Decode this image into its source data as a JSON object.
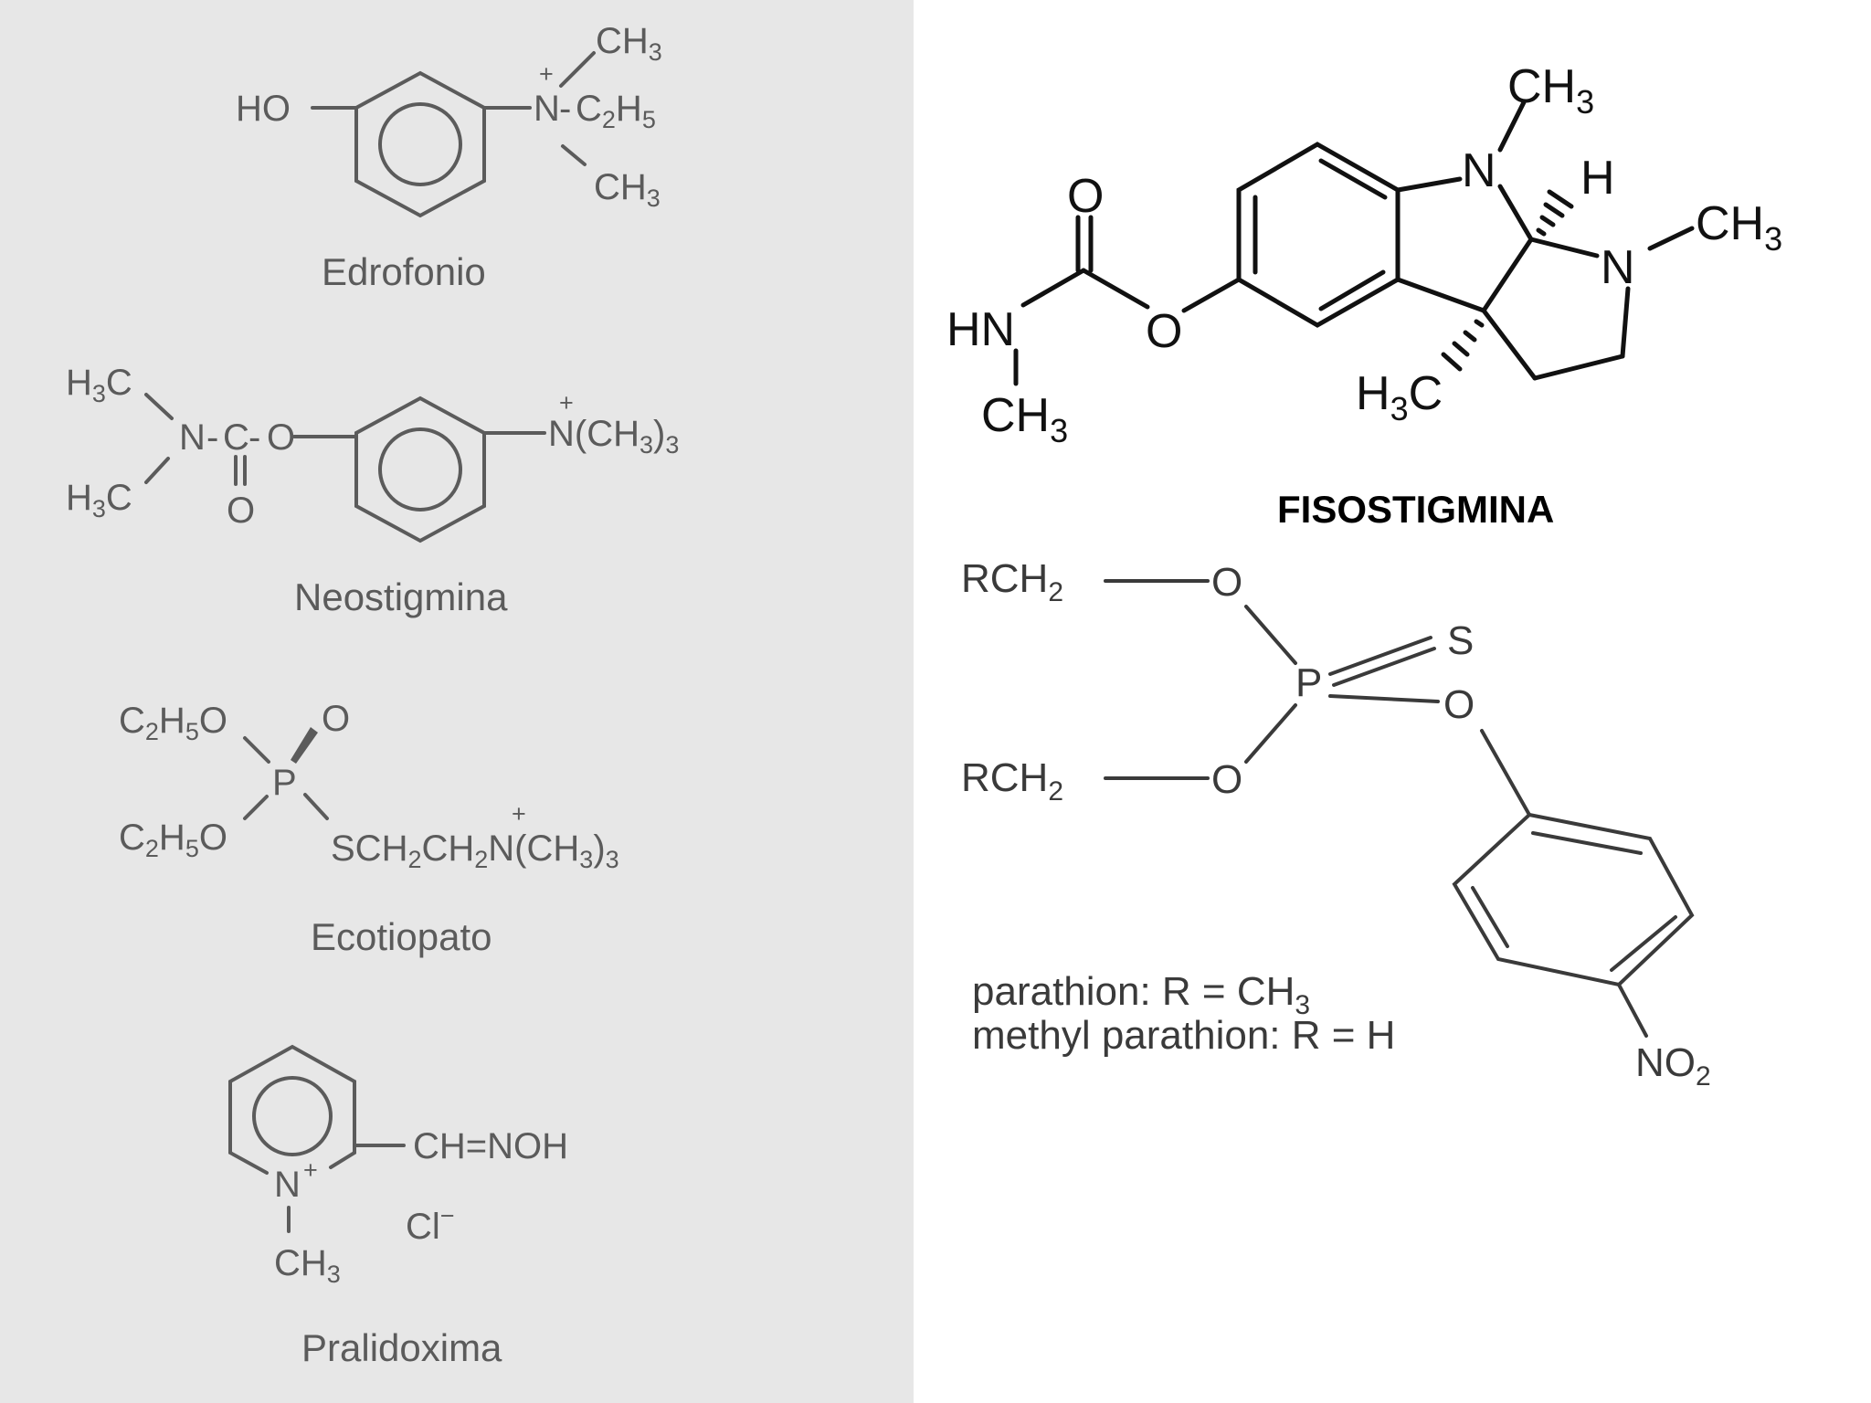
{
  "compounds": {
    "edrofonio": {
      "name": "Edrofonio",
      "ho": "HO",
      "n": "N",
      "charge": "+",
      "bond_mark": "-",
      "c": "C",
      "h": "H",
      "sub2": "2",
      "sub3": "3",
      "sub5": "5"
    },
    "neostigmina": {
      "name": "Neostigmina",
      "h": "H",
      "c": "C",
      "n": "N",
      "o": "O",
      "dash": "-",
      "charge": "+",
      "nme3": "N(CH",
      "close": ")",
      "sub3": "3"
    },
    "ecotiopato": {
      "name": "Ecotiopato",
      "c": "C",
      "h": "H",
      "o": "O",
      "p": "P",
      "sub2": "2",
      "sub5": "5",
      "sub3": "3",
      "charge": "+",
      "schain_a": "SCH",
      "schain_b": "CH",
      "schain_c": "N(CH",
      "close": ")"
    },
    "pralidoxima": {
      "name": "Pralidoxima",
      "n": "N",
      "charge": "+",
      "oxime": "CH=NOH",
      "chloride": "Cl",
      "minus": "−",
      "ch": "CH",
      "sub3": "3"
    },
    "fisostigmina": {
      "name": "FISOSTIGMINA",
      "o": "O",
      "hn": "HN",
      "n": "N",
      "h": "H",
      "ch": "CH",
      "hc_h": "H",
      "hc_c": "C",
      "sub3": "3"
    },
    "parathion": {
      "rch": "RCH",
      "sub2": "2",
      "o": "O",
      "p": "P",
      "s": "S",
      "no": "NO",
      "caption_1": "parathion: R = CH",
      "caption_2": "methyl parathion: R = H",
      "sub3": "3"
    }
  }
}
